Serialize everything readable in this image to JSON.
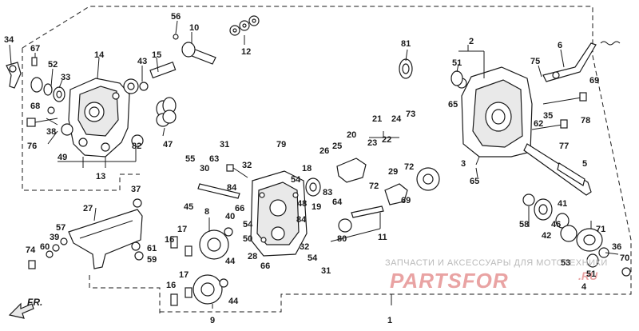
{
  "diagram": {
    "callouts": {
      "c1": "1",
      "c2": "2",
      "c3": "3",
      "c4": "4",
      "c5": "5",
      "c6": "6",
      "c8": "8",
      "c9": "9",
      "c10": "10",
      "c11": "11",
      "c12": "12",
      "c13": "13",
      "c14": "14",
      "c15": "15",
      "c16a": "16",
      "c16b": "16",
      "c17a": "17",
      "c17b": "17",
      "c18": "18",
      "c19": "19",
      "c20": "20",
      "c21": "21",
      "c22": "22",
      "c23": "23",
      "c24": "24",
      "c25": "25",
      "c26": "26",
      "c27": "27",
      "c28": "28",
      "c29": "29",
      "c30": "30",
      "c31a": "31",
      "c31b": "31",
      "c32a": "32",
      "c32b": "32",
      "c33": "33",
      "c34": "34",
      "c35": "35",
      "c36": "36",
      "c37": "37",
      "c38": "38",
      "c39": "39",
      "c40": "40",
      "c41": "41",
      "c42": "42",
      "c43": "43",
      "c44a": "44",
      "c44b": "44",
      "c45": "45",
      "c46": "46",
      "c47": "47",
      "c48": "48",
      "c49": "49",
      "c50": "50",
      "c51a": "51",
      "c51b": "51",
      "c52": "52",
      "c53": "53",
      "c54a": "54",
      "c54b": "54",
      "c54c": "54",
      "c55": "55",
      "c56": "56",
      "c57": "57",
      "c58": "58",
      "c59": "59",
      "c60": "60",
      "c61": "61",
      "c62": "62",
      "c63": "63",
      "c64": "64",
      "c65a": "65",
      "c65b": "65",
      "c66a": "66",
      "c66b": "66",
      "c67": "67",
      "c68": "68",
      "c69a": "69",
      "c69b": "69",
      "c70": "70",
      "c71": "71",
      "c72a": "72",
      "c72b": "72",
      "c73": "73",
      "c74": "74",
      "c75": "75",
      "c76": "76",
      "c77": "77",
      "c78": "78",
      "c79": "79",
      "c80": "80",
      "c81": "81",
      "c82": "82",
      "c83": "83",
      "c84a": "84",
      "c84b": "84"
    },
    "direction_label": "FR.",
    "watermark": {
      "tagline": "ЗАПЧАСТИ И АКСЕССУАРЫ ДЛЯ МОТОТЕХНИКИ",
      "brand": "PARTSFOR",
      "tld": ".RU"
    }
  }
}
